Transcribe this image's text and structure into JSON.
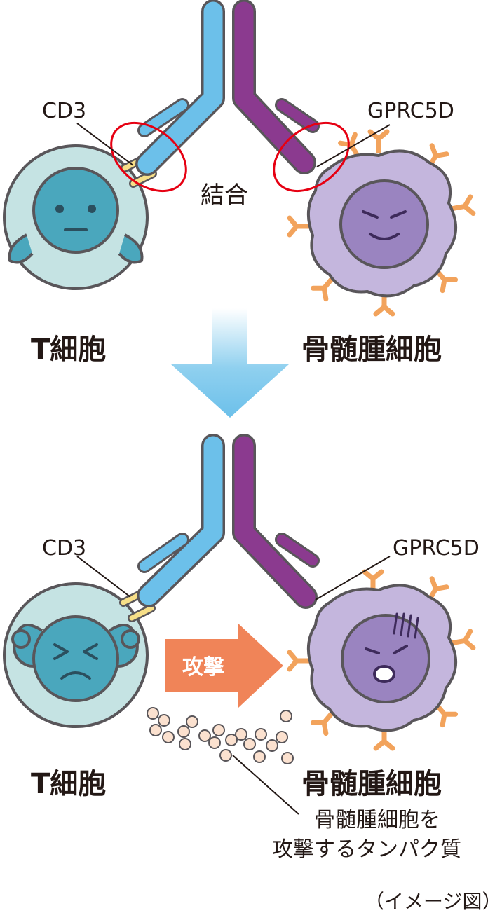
{
  "top": {
    "cd3_label": "CD3",
    "gprc5d_label": "GPRC5D",
    "binding_label": "結合",
    "t_cell_label": "T細胞",
    "myeloma_label": "骨髄腫細胞"
  },
  "bottom": {
    "cd3_label": "CD3",
    "gprc5d_label": "GPRC5D",
    "attack_label": "攻撃",
    "t_cell_label": "T細胞",
    "myeloma_label": "骨髄腫細胞",
    "protein_line1": "骨髄腫細胞を",
    "protein_line2": "攻撃するタンパク質"
  },
  "caption": "（イメージ図）",
  "colors": {
    "antibody_blue": "#6cc0ea",
    "antibody_purple": "#8b3a8f",
    "t_cell_outer": "#c5e3e3",
    "t_cell_face": "#4aa7bd",
    "myeloma_body": "#c4b6dd",
    "myeloma_nucleus": "#9a84c0",
    "receptor_orange": "#f2a35c",
    "cd3_yellow": "#f7df88",
    "highlight_red": "#e60012",
    "attack_arrow": "#f08458",
    "protein_dot": "#fbe1cf"
  }
}
